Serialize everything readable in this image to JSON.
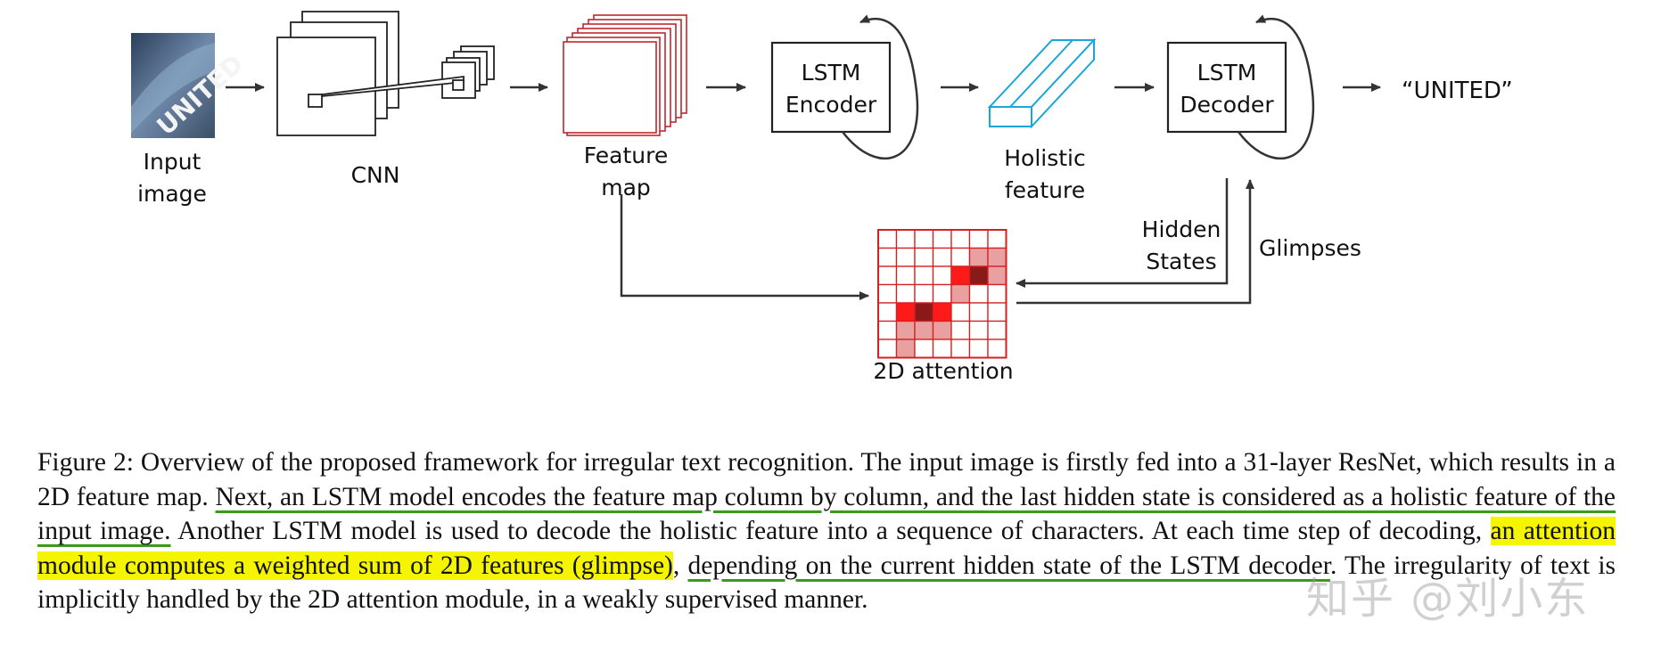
{
  "diagram": {
    "input_label_line1": "Input",
    "input_label_line2": "image",
    "input_image_text": "UNITED",
    "cnn_label": "CNN",
    "feature_map_label_line1": "Feature",
    "feature_map_label_line2": "map",
    "lstm_encoder_line1": "LSTM",
    "lstm_encoder_line2": "Encoder",
    "holistic_label_line1": "Holistic",
    "holistic_label_line2": "feature",
    "lstm_decoder_line1": "LSTM",
    "lstm_decoder_line2": "Decoder",
    "output_text": "“UNITED”",
    "hidden_states_line1": "Hidden",
    "hidden_states_line2": "States",
    "glimpses_label": "Glimpses",
    "attention_label": "2D attention",
    "colors": {
      "feature_map_red": "#c0272d",
      "holistic_cyan": "#1aa6d8",
      "attention_grid": "#d42020",
      "arrow": "#333333"
    }
  },
  "caption": {
    "part1": "Figure 2: Overview of the proposed framework for irregular text recognition. The input image is firstly fed into a 31-layer ResNet, which results in a 2D feature map. ",
    "part2_underlined": "Next, an LSTM model encodes the feature map column by column, and the last hidden state is considered as a holistic feature of the input image.",
    "part3": " Another LSTM model is used to decode the holistic feature into a sequence of characters. At each time step of decoding, ",
    "part4_highlighted": "an attention module computes a weighted sum of 2D features (glimpse)",
    "part5": ", ",
    "part6_underlined": "depending on the current hidden state of the LSTM decoder",
    "part7": ". The irregularity of text is implicitly handled by the 2D attention module, in a weakly supervised manner."
  },
  "watermark": "知乎 @刘小东"
}
